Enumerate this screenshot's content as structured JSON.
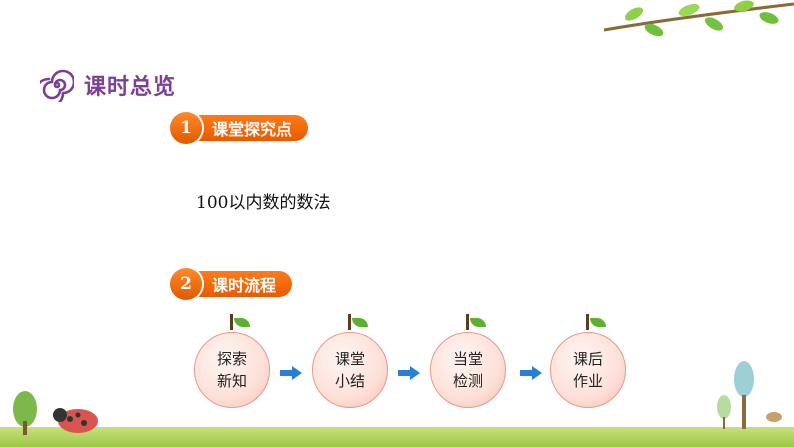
{
  "header": {
    "title": "课时总览"
  },
  "sections": [
    {
      "number": "1",
      "label": "课堂探究点"
    },
    {
      "number": "2",
      "label": "课时流程"
    }
  ],
  "explore_point": "100以内数的数法",
  "flow": [
    {
      "line1": "探索",
      "line2": "新知"
    },
    {
      "line1": "课堂",
      "line2": "小结"
    },
    {
      "line1": "当堂",
      "line2": "检测"
    },
    {
      "line1": "课后",
      "line2": "作业"
    }
  ],
  "colors": {
    "accent": "#e85a00",
    "title": "#7b3f98",
    "arrow": "#2a7fd4",
    "node_fill": "#fde0d8"
  },
  "icons": [
    "spiral-icon",
    "arrow-right-icon",
    "leaf-icon"
  ]
}
